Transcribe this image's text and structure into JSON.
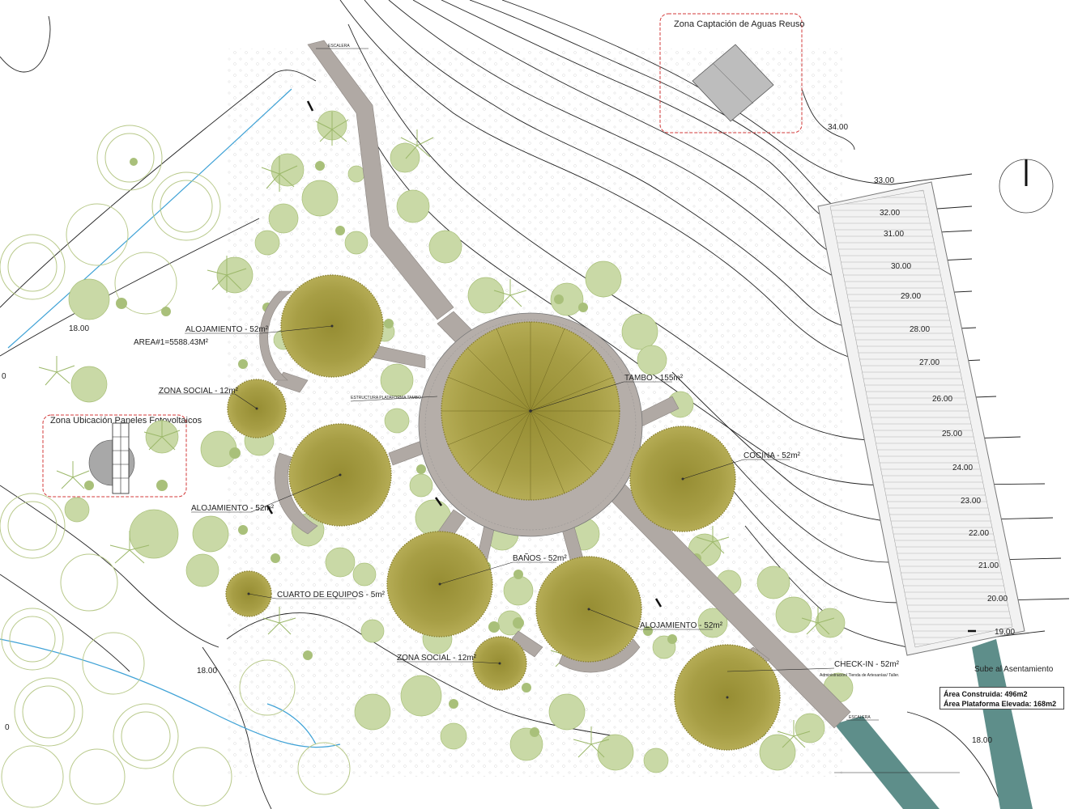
{
  "zones": {
    "water": "Zona Captación de Aguas Reuso",
    "solar": "Zona Ubicación Paneles Fotovoltaicos"
  },
  "area_label": "AREA#1=5588.43M²",
  "buildings": {
    "tambo": "TAMBO - 155m²",
    "aloj_1": "ALOJAMIENTO - 52m²",
    "aloj_2": "ALOJAMIENTO - 52m²",
    "aloj_3": "ALOJAMIENTO - 52m²",
    "social_1": "ZONA SOCIAL - 12m²",
    "social_2": "ZONA SOCIAL - 12m²",
    "cocina": "COCINA - 52m²",
    "banos": "BAÑOS - 52m²",
    "equipos": "CUARTO DE EQUIPOS - 5m²",
    "checkin": "CHECK-IN - 52m²",
    "checkin_sub": "Administración/ Tienda de Artesanías/ Taller.",
    "platform": "ESTRUCTURA PLATAFORMA TAMBO",
    "stair_top": "ESCALERA",
    "stair_bottom": "ESCALERA"
  },
  "elevations": [
    "34.00",
    "33.00",
    "32.00",
    "31.00",
    "30.00",
    "29.00",
    "28.00",
    "27.00",
    "26.00",
    "25.00",
    "24.00",
    "23.00",
    "22.00",
    "21.00",
    "20.00",
    "19.00"
  ],
  "side_elevations": {
    "left_top": "18.00",
    "left_bottom": "18.00",
    "right_bottom": "18.00",
    "edge_mid": "0",
    "edge_bottom": "0"
  },
  "asentamiento": "Sube al Asentamiento",
  "summary": {
    "built": "Área Construida: 496m2",
    "platform": "Área Plataforma Elevada: 168m2"
  },
  "colors": {
    "roof": "#a39a3f",
    "roof_dark": "#7d7425",
    "walkway": "#b0a9a4",
    "teal_path": "#5e8e8a",
    "vegetation": "#a9c07a",
    "zone_border": "#d33a3a",
    "river": "#3fa2d6"
  }
}
